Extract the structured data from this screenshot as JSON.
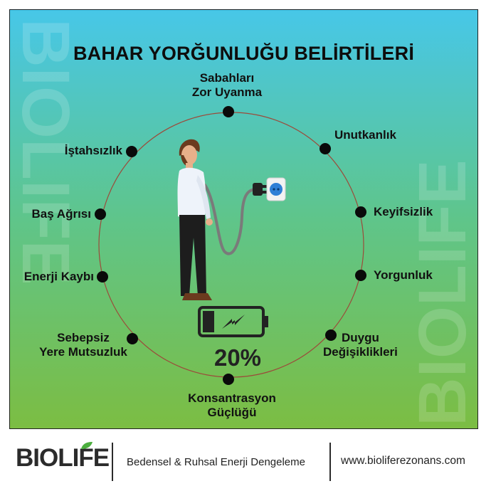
{
  "title": "BAHAR YORĞUNLUĞU BELİRTİLERİ",
  "watermark": "BIOLIFE",
  "symptoms": {
    "top_line1": "Sabahları",
    "top_line2": "Zor Uyanma",
    "unutkanlik": "Unutkanlık",
    "keyifsizlik": "Keyifsizlik",
    "yorgunluk": "Yorgunluk",
    "duygu_line1": "Duygu",
    "duygu_line2": "Değişiklikleri",
    "konsantrasyon_line1": "Konsantrasyon",
    "konsantrasyon_line2": "Güçlüğü",
    "sebepsiz_line1": "Sebepsiz",
    "sebepsiz_line2": "Yere Mutsuzluk",
    "enerji": "Enerji Kaybı",
    "bas": "Baş Ağrısı",
    "istah": "İştahsızlık"
  },
  "battery": {
    "percent": "20%",
    "level": 0.2
  },
  "footer": {
    "brand": "BIOLIFE",
    "tagline": "Bedensel & Ruhsal Enerji Dengeleme",
    "website": "www.bioliferezonans.com"
  },
  "colors": {
    "gradient_top": "#47c7e8",
    "gradient_bottom": "#7cbd42",
    "circle": "#9c4a3a",
    "dot": "#0a0a0a",
    "text": "#111111"
  }
}
